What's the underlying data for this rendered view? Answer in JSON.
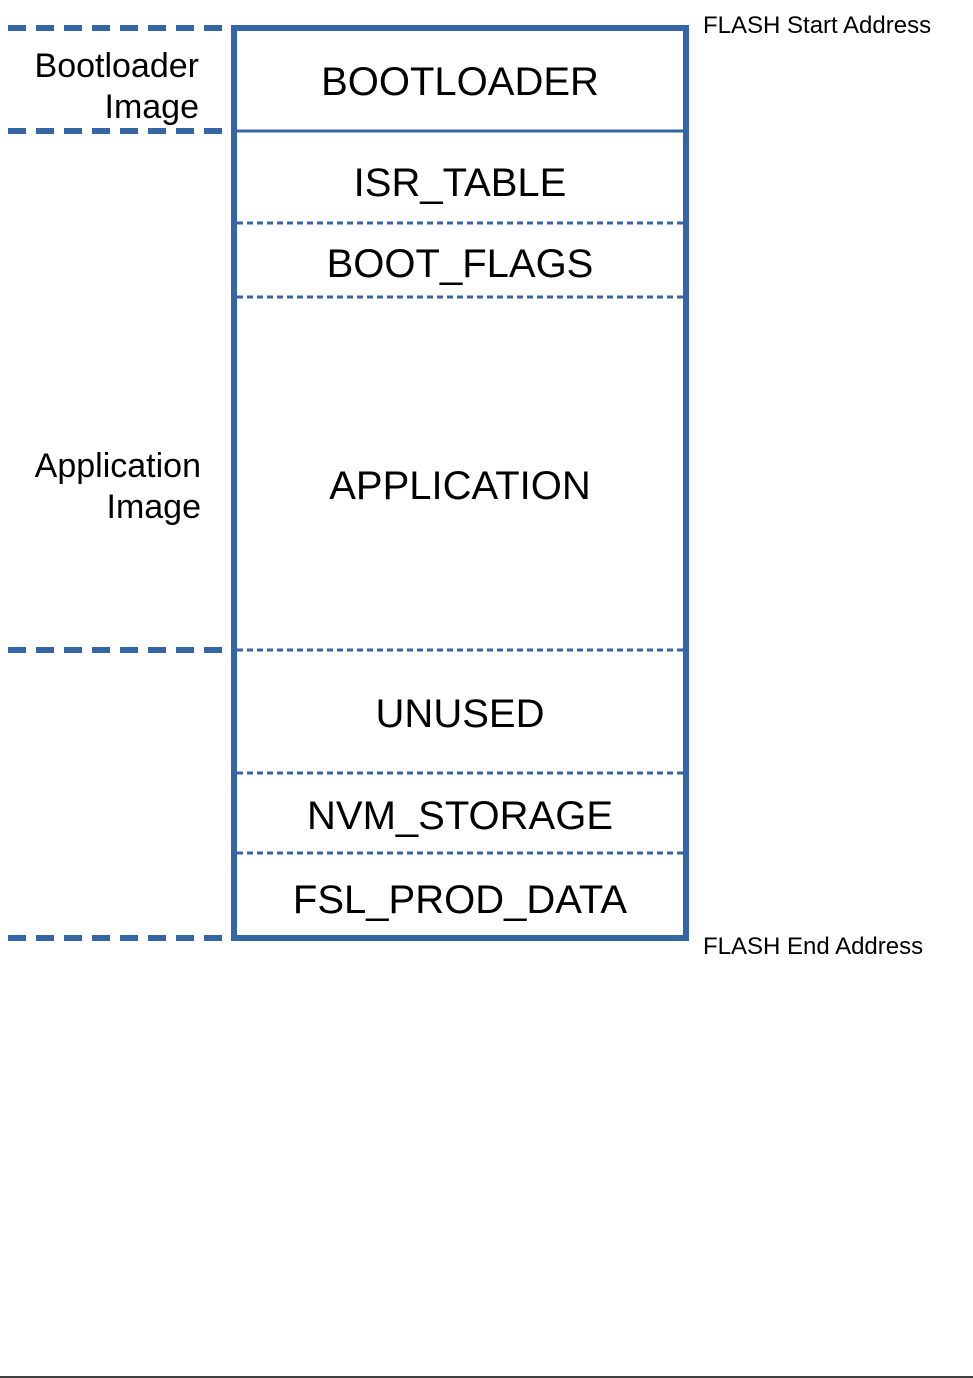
{
  "colors": {
    "border": "#3465a4",
    "text": "#000000",
    "background": "#ffffff",
    "bottom_rule": "#000000"
  },
  "addresses": {
    "start": "FLASH Start Address",
    "end": "FLASH End Address"
  },
  "images": {
    "bootloader": {
      "line1": "Bootloader",
      "line2": "Image"
    },
    "application": {
      "line1": "Application",
      "line2": "Image"
    }
  },
  "regions": [
    {
      "id": "bootloader",
      "label": "BOOTLOADER"
    },
    {
      "id": "isr-table",
      "label": "ISR_TABLE"
    },
    {
      "id": "boot-flags",
      "label": "BOOT_FLAGS"
    },
    {
      "id": "application",
      "label": "APPLICATION"
    },
    {
      "id": "unused",
      "label": "UNUSED"
    },
    {
      "id": "nvm-storage",
      "label": "NVM_STORAGE"
    },
    {
      "id": "fsl-prod-data",
      "label": "FSL_PROD_DATA"
    }
  ]
}
